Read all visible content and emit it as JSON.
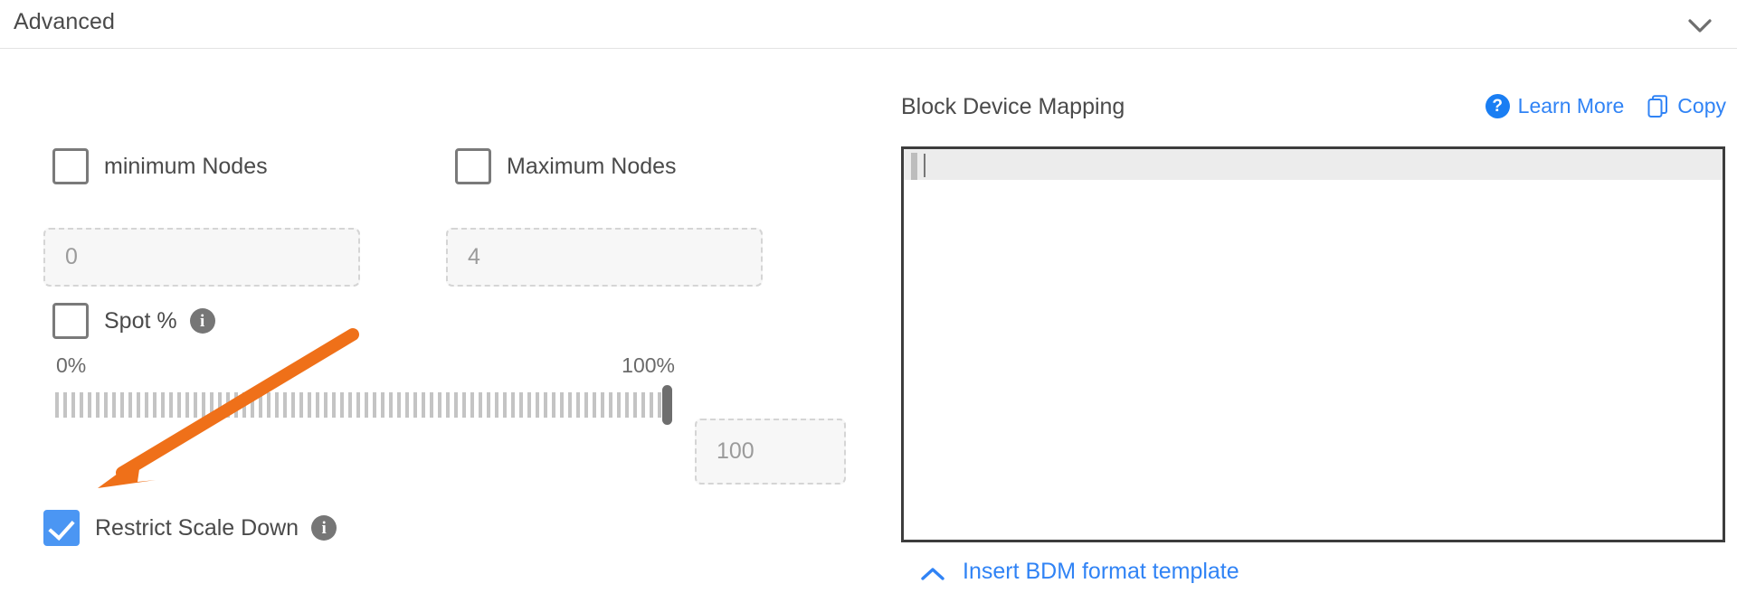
{
  "section": {
    "title": "Advanced",
    "collapse_icon": "chevron-down-icon"
  },
  "autoscaling": {
    "min_nodes": {
      "label": "minimum Nodes",
      "checked": false,
      "input_placeholder": "0",
      "input_value": ""
    },
    "max_nodes": {
      "label": "Maximum Nodes",
      "checked": false,
      "input_placeholder": "4",
      "input_value": ""
    },
    "spot_percent": {
      "label": "Spot %",
      "checked": false,
      "info_icon": "info-icon"
    },
    "slider": {
      "min_label": "0%",
      "max_label": "100%",
      "value": 100,
      "min": 0,
      "max": 100,
      "input_placeholder": "100",
      "input_value": ""
    },
    "restrict_scale_down": {
      "label": "Restrict Scale Down",
      "checked": true,
      "info_icon": "info-icon"
    }
  },
  "block_device_mapping": {
    "title": "Block Device Mapping",
    "learn_more_label": "Learn More",
    "learn_more_icon": "question-circle-icon",
    "copy_label": "Copy",
    "copy_icon": "copy-icon",
    "editor_value": "",
    "footer_link_label": "Insert BDM format template",
    "footer_link_icon": "chevron-up-icon"
  },
  "annotation": {
    "type": "arrow",
    "color": "#ef7019",
    "points_to": "restrict-scale-down-checkbox"
  },
  "colors": {
    "accent_blue": "#3083f5",
    "checkbox_checked": "#4b96f3",
    "annotation_orange": "#ef7019",
    "text": "#4a4a4a",
    "muted_text": "#9b9b9b",
    "border": "#e3e3e3"
  }
}
